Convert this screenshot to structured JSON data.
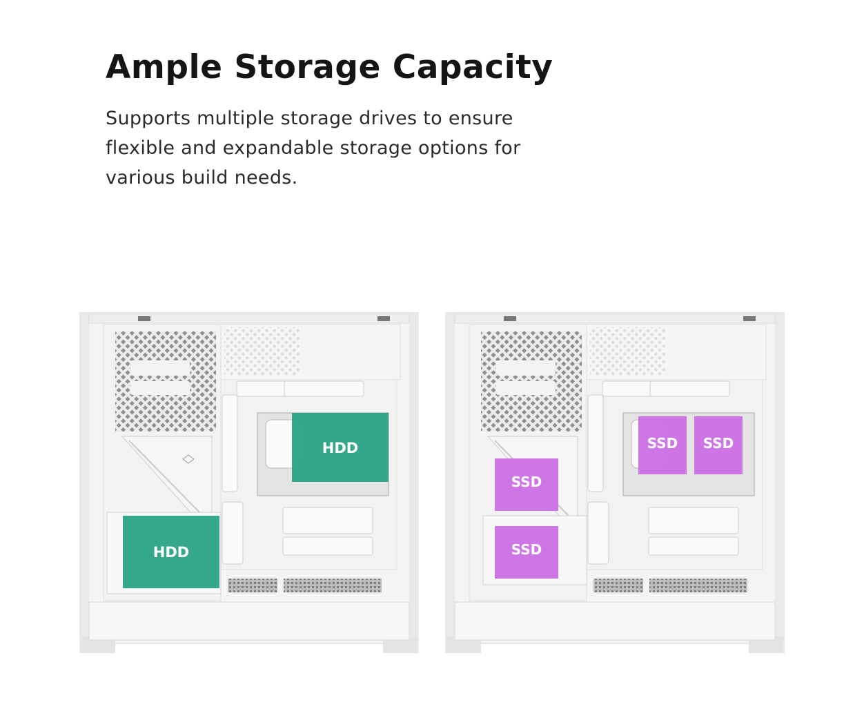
{
  "heading": "Ample Storage Capacity",
  "description": {
    "line1": "Supports multiple storage drives to ensure",
    "line2": "flexible and expandable storage options for",
    "line3": "various build needs."
  },
  "colors": {
    "hdd": "#2aa385",
    "ssd": "#cc6fe6",
    "case_body": "#f2f2f2",
    "case_edge": "#d8d8d8"
  },
  "left_case": {
    "drives": [
      {
        "type": "hdd",
        "label": "HDD"
      },
      {
        "type": "hdd",
        "label": "HDD"
      }
    ]
  },
  "right_case": {
    "drives": [
      {
        "type": "ssd",
        "label": "SSD"
      },
      {
        "type": "ssd",
        "label": "SSD"
      },
      {
        "type": "ssd",
        "label": "SSD"
      },
      {
        "type": "ssd",
        "label": "SSD"
      }
    ]
  }
}
